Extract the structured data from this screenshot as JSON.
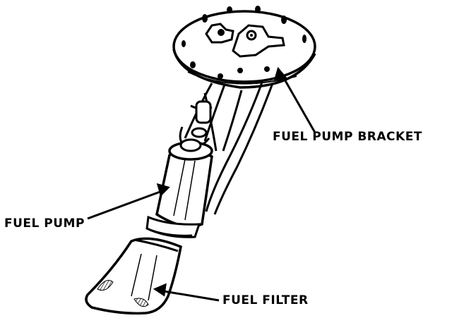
{
  "labels": {
    "bracket": "FUEL PUMP BRACKET",
    "pump": "FUEL PUMP",
    "filter": "FUEL FILTER"
  },
  "colors": {
    "ink": "#000000",
    "paper": "#ffffff"
  }
}
